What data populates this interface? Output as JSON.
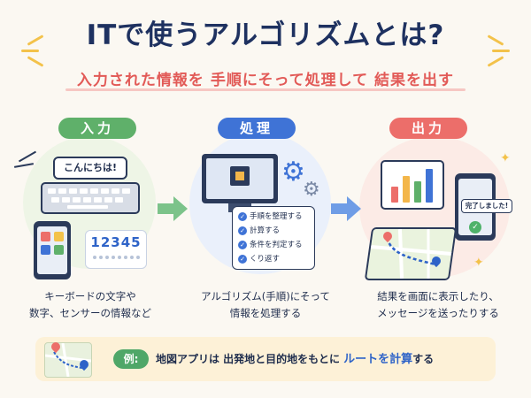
{
  "header": {
    "title": "ITで使うアルゴリズムとは?",
    "subtitle": "入力された情報を 手順にそって処理して 結果を出す"
  },
  "steps": [
    {
      "label": "入力",
      "color": "#5fb06a",
      "caption_lines": [
        "キーボードの文字や",
        "数字、センサーの情報など"
      ],
      "bubble_text": "こんにちは!",
      "number_text": "12345"
    },
    {
      "label": "処理",
      "color": "#3f73d6",
      "caption_lines": [
        "アルゴリズム(手順)にそって",
        "情報を処理する"
      ],
      "checklist": [
        "手順を整理する",
        "計算する",
        "条件を判定する",
        "くり返す"
      ]
    },
    {
      "label": "出力",
      "color": "#ec6e6a",
      "caption_lines": [
        "結果を画面に表示したり、",
        "メッセージを送ったりする"
      ],
      "done_text": "完了しました!"
    }
  ],
  "example": {
    "label": "例:",
    "text_before": "地図アプリは 出発地と目的地をもとに ",
    "text_highlight": "ルートを計算",
    "text_after": "する"
  },
  "icons": [
    "keyboard-icon",
    "smartphone-icon",
    "monitor-icon",
    "cpu-chip-icon",
    "gear-icon",
    "bar-chart-icon",
    "map-icon",
    "map-pin-icon",
    "check-icon",
    "star-icon"
  ]
}
